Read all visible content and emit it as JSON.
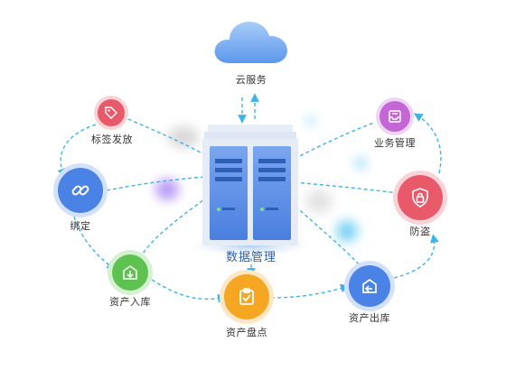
{
  "center": {
    "label": "数据管理",
    "icon": "server-rack-icon"
  },
  "cloud": {
    "label": "云服务",
    "icon": "cloud-icon"
  },
  "nodes": {
    "tag": {
      "label": "标签发放",
      "icon": "tag-icon",
      "color": "#e85a6a"
    },
    "bind": {
      "label": "绑定",
      "icon": "link-icon",
      "color": "#4a82e6"
    },
    "stock_in": {
      "label": "资产入库",
      "icon": "box-in-icon",
      "color": "#5dc24f"
    },
    "inventory": {
      "label": "资产盘点",
      "icon": "clipboard-check-icon",
      "color": "#f5a623"
    },
    "stock_out": {
      "label": "资产出库",
      "icon": "box-out-icon",
      "color": "#4a82e6"
    },
    "anti_theft": {
      "label": "防盗",
      "icon": "shield-lock-icon",
      "color": "#e85a6a"
    },
    "business": {
      "label": "业务管理",
      "icon": "inbox-icon",
      "color": "#c566d6"
    }
  },
  "colors": {
    "flow_line": "#3fb3e8",
    "server_blue": "#5b8de8",
    "cloud_blue": "#6fa8f2"
  }
}
